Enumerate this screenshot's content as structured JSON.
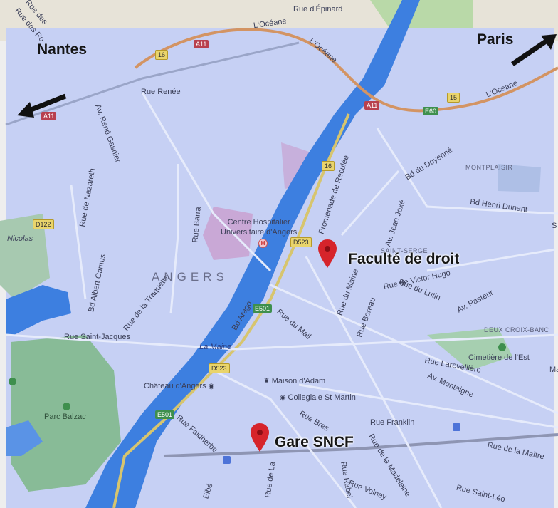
{
  "cities": {
    "nantes": "Nantes",
    "paris": "Paris"
  },
  "markers": {
    "faculte": "Faculté de droit",
    "gare": "Gare SNCF"
  },
  "district": "ANGERS",
  "quarters": {
    "saint_serge": "SAINT-SERGE",
    "montplaisir": "MONTPLAISIR",
    "deux_croix": "DEUX CROIX-BANC"
  },
  "highways": {
    "oceane_1": "L'Océane",
    "oceane_2": "L'Océane",
    "oceane_3": "L'Océane",
    "a11_top": "A11",
    "a11_mid": "A11",
    "a11_left": "A11",
    "e60": "E60",
    "n16_top": "16",
    "n16_mid": "16",
    "n15": "15",
    "d122": "D122",
    "d523_a": "D523",
    "d523_b": "D523",
    "e501_a": "E501",
    "e501_b": "E501"
  },
  "streets": {
    "rue_des": "Rue des",
    "rue_des_2": "Rue des Ro",
    "rue_epinard": "Rue d'Épinard",
    "rue_renee": "Rue Renée",
    "rue_nazareth": "Rue de Nazareth",
    "av_rene_gasnier": "Av. René Gasnier",
    "promenade_reculee": "Promenade de Reculée",
    "bd_doyenne": "Bd du Doyenné",
    "av_jean_joxe": "Av. Jean Joxé",
    "bd_henri_dunant": "Bd Henri Dunant",
    "rue_barra": "Rue Barra",
    "rue_albert_camus": "Bd Albert Camus",
    "rue_traquette": "Rue de la Traquette",
    "rue_du_maine": "Rue du Maine",
    "rue_victor_hugo": "Rue de Victor Hugo",
    "av_pasteur": "Av. Pasteur",
    "rue_du_lutin": "Rue du Lutin",
    "rue_boreau": "Rue Boreau",
    "bd_arago": "Bd Arago",
    "rue_saint_jacques": "Rue Saint-Jacques",
    "rue_du_mail": "Rue du Mail",
    "rue_larevelliere": "Rue Larevellière",
    "av_montaigne": "Av. Montaigne",
    "rue_franklin": "Rue Franklin",
    "rue_faidherbe": "Rue Faidherbe",
    "rue_bressigny": "Rue Bres",
    "rue_madeleine": "Rue de la Madeleine",
    "rue_maitre": "Rue de la Maître",
    "rue_volney": "Rue Volney",
    "rue_rabelais": "Rue Rabel",
    "rue_saint_leon": "Rue Saint-Léo",
    "rue_de_la": "Rue de La",
    "rue_elbe": "Elbé"
  },
  "places": {
    "nicolas": "Nicolas",
    "chu": "Centre Hospitalier\nUniversitaire d'Angers",
    "la_maine": "La Maine",
    "maison_adam": "Maison d'Adam",
    "collegiale": "Collegiale St Martin",
    "chateau": "Château d'Angers",
    "parc_balzac": "Parc Balzac",
    "cimetiere": "Cimetière de l'Est",
    "edge_s": "S",
    "edge_ma": "Ma"
  },
  "colors": {
    "water": "#3d7fe0",
    "land": "#c9d3f5",
    "park": "#7fb48f",
    "pin": "#d6242b",
    "arrow": "#111111"
  }
}
